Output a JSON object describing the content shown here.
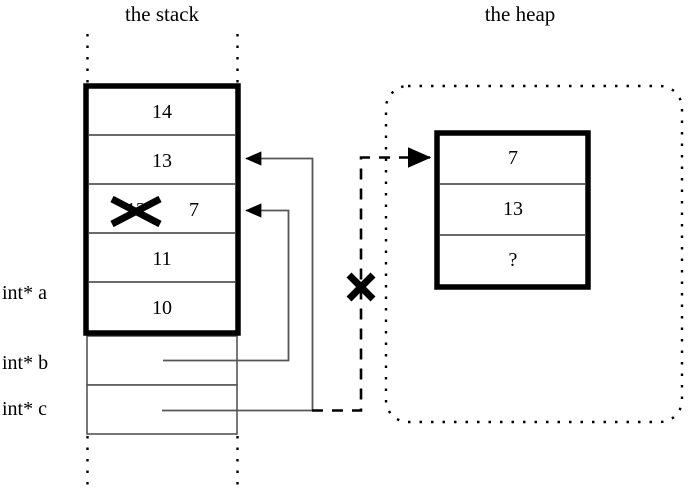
{
  "titles": {
    "stack": "the stack",
    "heap": "the heap"
  },
  "stack": {
    "cells": [
      {
        "value": "14"
      },
      {
        "value": "13"
      },
      {
        "value": "12",
        "struck": true,
        "replacement": "7"
      },
      {
        "value": "11"
      },
      {
        "value": "10"
      }
    ],
    "variables": [
      {
        "label": "int* a",
        "name": "a"
      },
      {
        "label": "int* b",
        "name": "b"
      },
      {
        "label": "int* c",
        "name": "c"
      }
    ]
  },
  "heap": {
    "cells": [
      {
        "value": "7"
      },
      {
        "value": "13"
      },
      {
        "value": "?"
      }
    ]
  },
  "annotations": {
    "strike_marks": [
      {
        "target": "stack-cell-2-value",
        "symbol": "X"
      },
      {
        "target": "pointer-c-heap-link",
        "symbol": "X"
      }
    ]
  },
  "colors": {
    "ink": "#000000",
    "thin_line": "#555555",
    "background": "#ffffff"
  }
}
